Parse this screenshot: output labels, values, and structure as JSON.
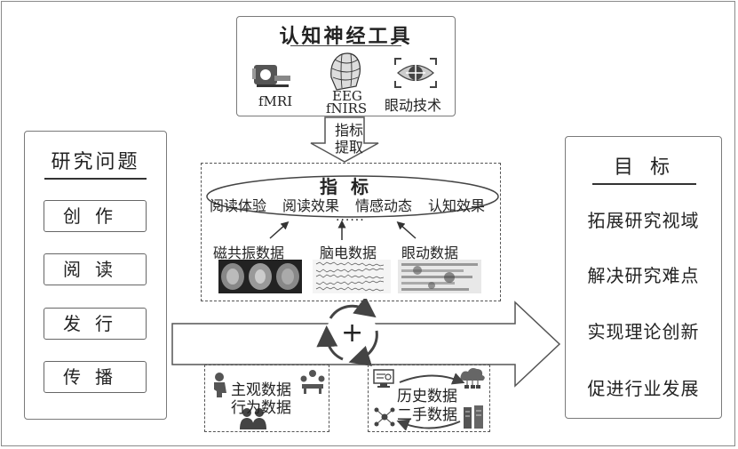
{
  "tools": {
    "title": "认知神经工具",
    "items": [
      "fMRI",
      "EEG",
      "fNIRS",
      "眼动技术"
    ]
  },
  "extract_arrow": {
    "line1": "指标",
    "line2": "提取"
  },
  "indicators": {
    "title": "指 标",
    "items": [
      "阅读体验",
      "阅读效果",
      "情感动态",
      "认知效果"
    ],
    "ellipsis": "......",
    "data_types": [
      "磁共振数据",
      "脑电数据",
      "眼动数据"
    ]
  },
  "research": {
    "title": "研究问题",
    "items": [
      "创作",
      "阅读",
      "发行",
      "传播"
    ]
  },
  "goals": {
    "title": "目 标",
    "items": [
      "拓展研究视域",
      "解决研究难点",
      "实现理论创新",
      "促进行业发展"
    ]
  },
  "plus": "+",
  "subjective": {
    "line1": "主观数据",
    "line2": "行为数据"
  },
  "historical": {
    "line1": "历史数据",
    "line2": "二手数据"
  }
}
